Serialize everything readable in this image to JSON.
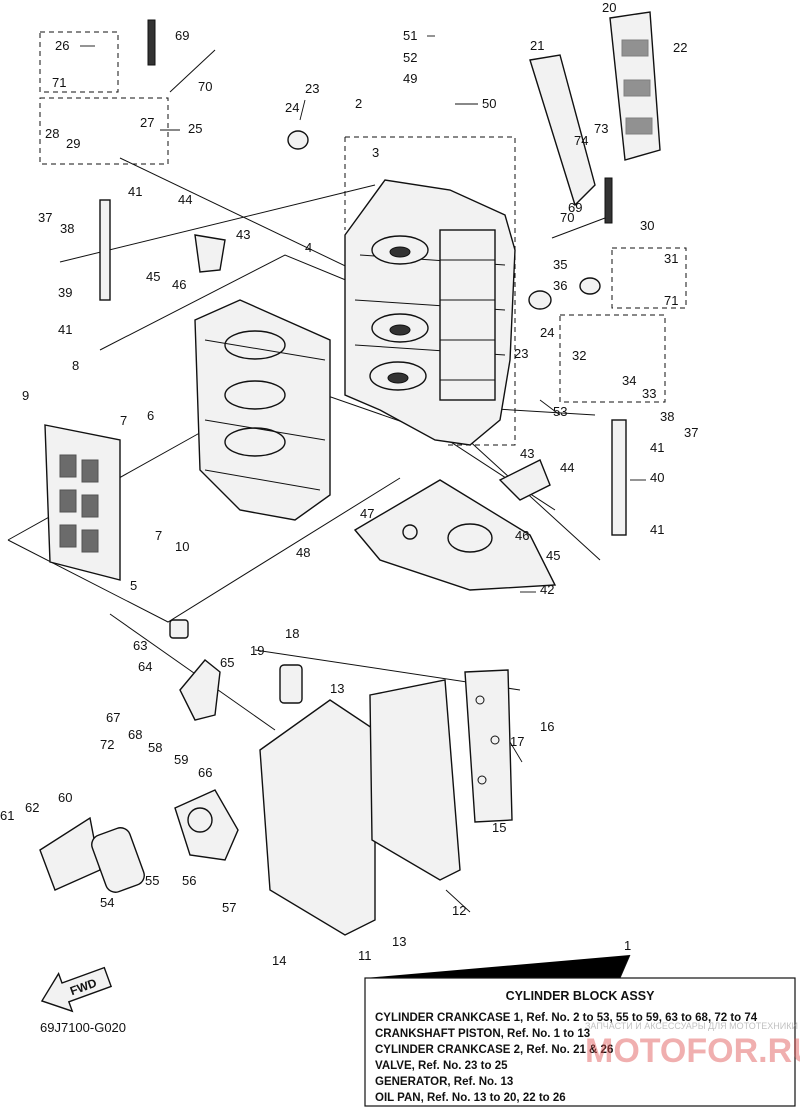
{
  "diagram_code": "69J7100-G020",
  "fwd_label": "FWD",
  "legend": {
    "ref_number": "1",
    "title": "CYLINDER  BLOCK  ASSY",
    "lines": [
      "CYLINDER CRANKCASE 1, Ref. No. 2 to 53, 55 to 59, 63 to 68, 72 to 74",
      "CRANKSHAFT PISTON, Ref. No. 1 to 13",
      "CYLINDER CRANKCASE 2, Ref. No. 21 & 26",
      "VALVE, Ref. No. 23 to 25",
      "GENERATOR, Ref. No. 13",
      "OIL PAN, Ref. No. 13 to 20, 22 to 26"
    ]
  },
  "watermark": {
    "logo_text": "MOTOFOR.RU",
    "tagline": "ЗАПЧАСТИ И АКСЕССУАРЫ ДЛЯ МОТОТЕХНИКИ"
  },
  "callouts": {
    "c1": "1",
    "c2": "2",
    "c3": "3",
    "c4": "4",
    "c5": "5",
    "c6": "6",
    "c7a": "7",
    "c7b": "7",
    "c8": "8",
    "c9": "9",
    "c10": "10",
    "c11": "11",
    "c12": "12",
    "c13a": "13",
    "c13b": "13",
    "c14": "14",
    "c15": "15",
    "c16": "16",
    "c17": "17",
    "c18": "18",
    "c19": "19",
    "c20": "20",
    "c21": "21",
    "c22": "22",
    "c23a": "23",
    "c23b": "23",
    "c24a": "24",
    "c24b": "24",
    "c25": "25",
    "c26": "26",
    "c27": "27",
    "c28": "28",
    "c29": "29",
    "c30": "30",
    "c31": "31",
    "c32": "32",
    "c33": "33",
    "c34": "34",
    "c35": "35",
    "c36": "36",
    "c37a": "37",
    "c37b": "37",
    "c38a": "38",
    "c38b": "38",
    "c39": "39",
    "c40": "40",
    "c41a": "41",
    "c41b": "41",
    "c41c": "41",
    "c41d": "41",
    "c42": "42",
    "c43a": "43",
    "c43b": "43",
    "c44a": "44",
    "c44b": "44",
    "c45a": "45",
    "c45b": "45",
    "c46a": "46",
    "c46b": "46",
    "c47": "47",
    "c48": "48",
    "c49": "49",
    "c50": "50",
    "c51": "51",
    "c52": "52",
    "c53": "53",
    "c54": "54",
    "c55": "55",
    "c56": "56",
    "c57": "57",
    "c58": "58",
    "c59": "59",
    "c60": "60",
    "c61": "61",
    "c62": "62",
    "c63": "63",
    "c64": "64",
    "c65": "65",
    "c66": "66",
    "c67": "67",
    "c68": "68",
    "c69a": "69",
    "c69b": "69",
    "c70a": "70",
    "c70b": "70",
    "c71a": "71",
    "c71b": "71",
    "c72": "72",
    "c73": "73",
    "c74": "74"
  }
}
